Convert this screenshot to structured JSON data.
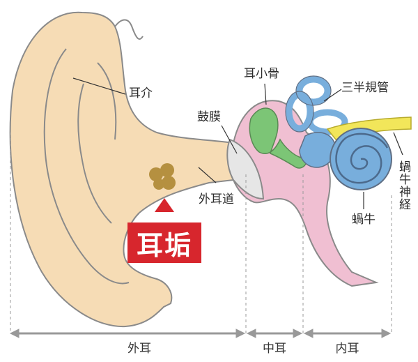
{
  "labels": {
    "auricle": "耳介",
    "eardrum": "鼓膜",
    "ear_canal": "外耳道",
    "ossicles": "耳小骨",
    "semicircular_canals": "三半規管",
    "cochlea": "蝸牛",
    "cochlear_nerve": "蝸牛神経",
    "earwax": "耳垢"
  },
  "regions": {
    "outer": "外耳",
    "middle": "中耳",
    "inner": "内耳"
  },
  "colors": {
    "skin": "#f6dcb5",
    "outline": "#7a7a7a",
    "pink": "#f0bfd2",
    "green": "#7cc576",
    "blue": "#78aedc",
    "yellow": "#f2e65a",
    "earwax": "#b59040",
    "badge": "#d7262d",
    "drum": "#e6e6e6"
  }
}
